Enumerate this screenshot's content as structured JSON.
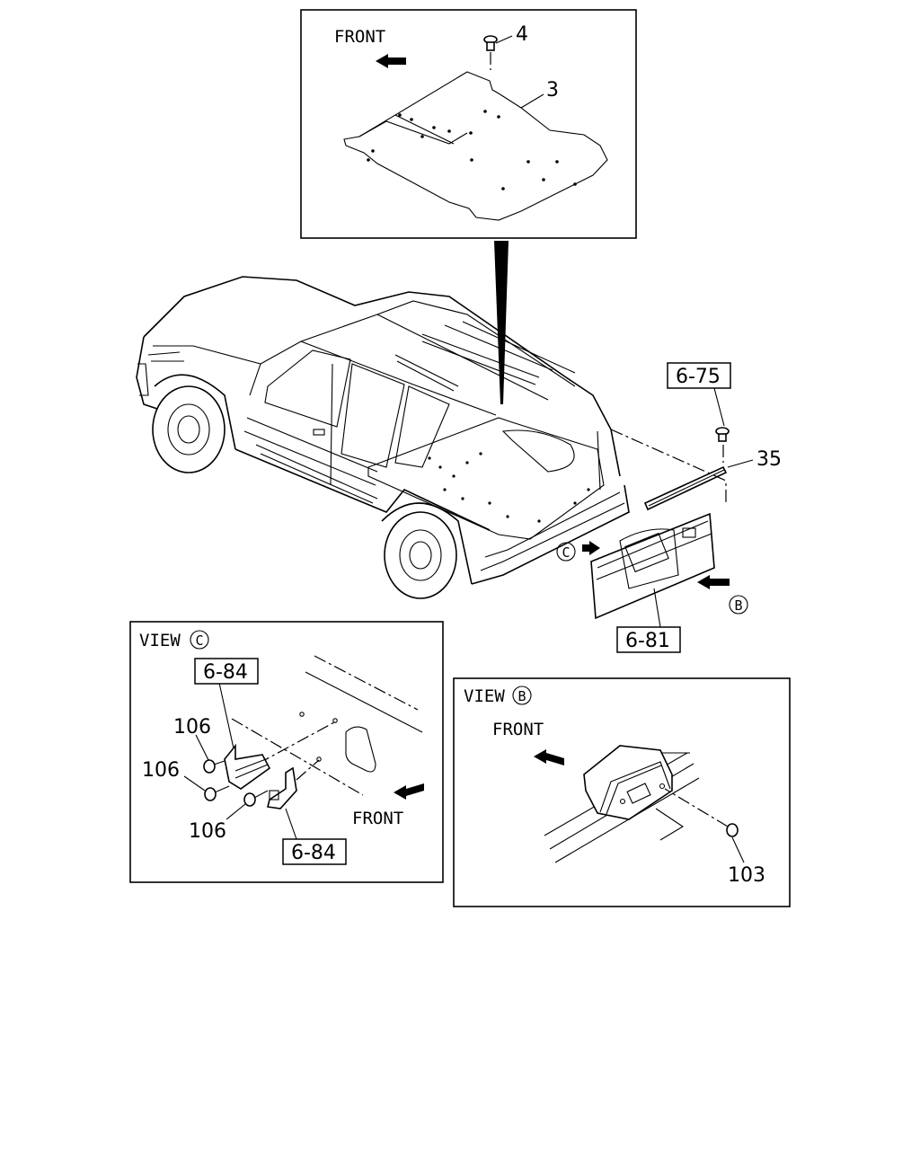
{
  "callouts": {
    "c4": "4",
    "c3": "3",
    "c35": "35",
    "c103": "103",
    "c106a": "106",
    "c106b": "106",
    "c106c": "106"
  },
  "ref_boxes": {
    "r675": "6-75",
    "r681": "6-81",
    "r684a": "6-84",
    "r684b": "6-84"
  },
  "front_labels": {
    "top": "FRONT",
    "view_c": "FRONT",
    "view_b": "FRONT"
  },
  "view_titles": {
    "view_c": "VIEW",
    "view_b": "VIEW"
  },
  "view_markers": {
    "c": "C",
    "b": "B"
  }
}
